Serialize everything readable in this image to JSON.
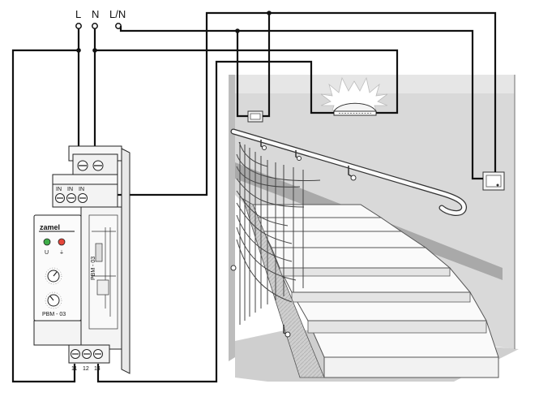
{
  "supply": {
    "terminals": [
      {
        "id": "L",
        "label": "L"
      },
      {
        "id": "N",
        "label": "N"
      },
      {
        "id": "LN",
        "label": "L/N"
      }
    ]
  },
  "device": {
    "brand": "zamel",
    "model": "PBM - 03",
    "side_text": "PBM - 03",
    "led_u": "U",
    "input_terminals": [
      "IN",
      "IN",
      "IN"
    ],
    "output_terminals": [
      "11",
      "12",
      "14"
    ],
    "colors": {
      "led_green": "#3fae49",
      "led_red": "#e5473b"
    }
  },
  "scene": {
    "lamp_icon": "ceiling-lamp-icon",
    "switch_icon": "push-button-switch-icon"
  }
}
